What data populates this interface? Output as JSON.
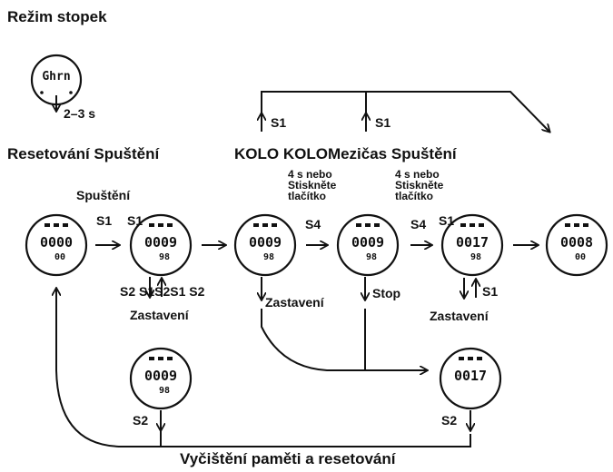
{
  "title": "Režim stopek",
  "headings": {
    "reset_start": "Resetování Spuštění",
    "lap_split_start": "KOLO KOLOMezičas Spuštění"
  },
  "labels": {
    "duration_2_3s": "2–3 s",
    "top_s1_left": "S1",
    "top_s1_right": "S1",
    "start_label": "Spuštění",
    "start_s1": "S1",
    "watch2_s1": "S1",
    "hold4s_a": "4 s nebo\nStiskněte\ntlačítko",
    "s4_a": "S4",
    "hold4s_b": "4 s nebo\nStiskněte\ntlačítko",
    "s4_b": "S4",
    "watch5_s1": "S1",
    "s2_s1_s2_s1_s2": "S2 S1S2S1 S2",
    "stop_left": "Zastavení",
    "stop_mid": "Zastavení",
    "stop_en": "Stop",
    "stop_right": "Zastavení",
    "right_s1": "S1",
    "s2_left": "S2",
    "s2_right": "S2"
  },
  "footer": "Vyčištění paměti a resetování",
  "watch_faces": [
    {
      "id": "watch-ghrn",
      "segments": "Ghrn"
    },
    {
      "id": "watch-reset",
      "segments": "0000",
      "sub": "00"
    },
    {
      "id": "watch-running",
      "segments": "0009",
      "sub": "98"
    },
    {
      "id": "watch-lap1",
      "segments": "0009",
      "sub": "98"
    },
    {
      "id": "watch-split",
      "segments": "0009",
      "sub": "98"
    },
    {
      "id": "watch-lap2",
      "segments": "0017",
      "sub": "98"
    },
    {
      "id": "watch-final",
      "segments": "0008",
      "sub": "00"
    },
    {
      "id": "watch-stopped-left",
      "segments": "0009",
      "sub": "98"
    },
    {
      "id": "watch-stopped-right",
      "segments": "0017",
      "sub": ""
    }
  ]
}
